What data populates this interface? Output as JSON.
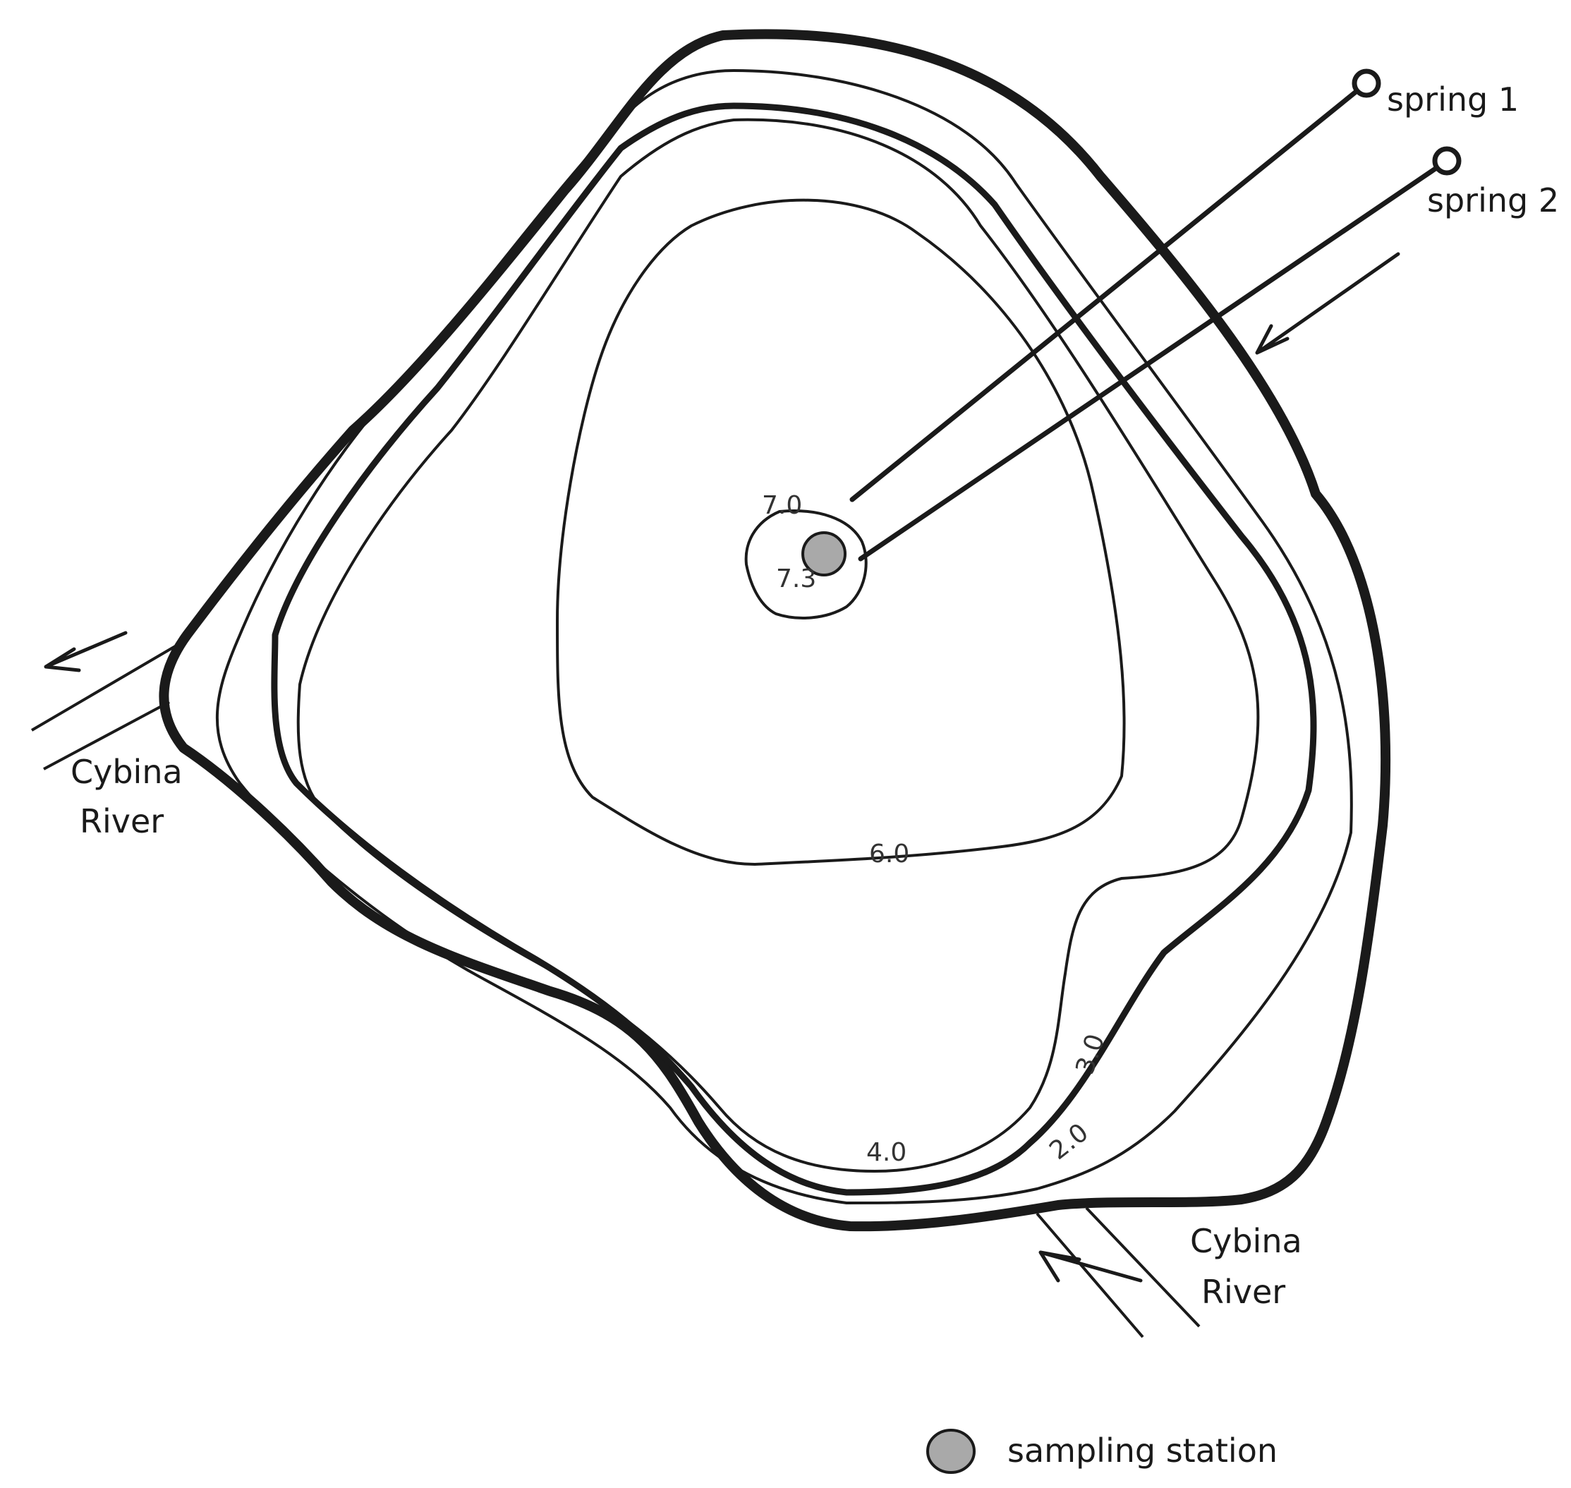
{
  "map": {
    "isobath_labels": {
      "d70": "7.0",
      "d73": "7.3",
      "d60": "6.0",
      "d40": "4.0",
      "d30": "3.0",
      "d20": "2.0"
    },
    "springs": {
      "spring1": "spring 1",
      "spring2": "spring 2"
    },
    "river": {
      "outflow_line1": "Cybina",
      "outflow_line2": "River",
      "inflow_line1": "Cybina",
      "inflow_line2": "River"
    },
    "legend": {
      "sampling_station": "sampling station"
    },
    "colors": {
      "sampling_station_fill": "#a9a9a9",
      "ink": "#1a1a1a"
    }
  }
}
